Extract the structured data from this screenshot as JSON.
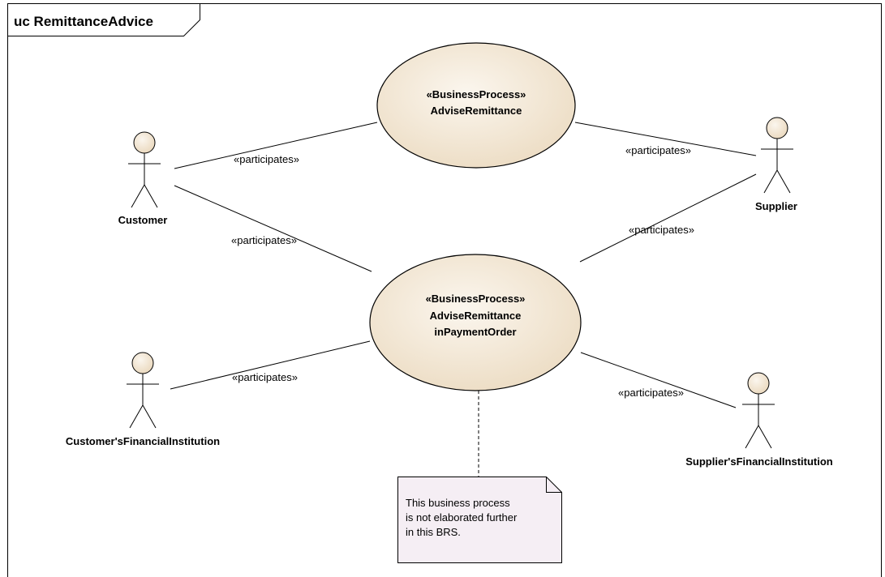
{
  "frame": {
    "title": "uc RemittanceAdvice"
  },
  "use_cases": [
    {
      "id": "uc1",
      "stereotype": "«BusinessProcess»",
      "name_lines": [
        "AdviseRemittance"
      ]
    },
    {
      "id": "uc2",
      "stereotype": "«BusinessProcess»",
      "name_lines": [
        "AdviseRemittance",
        "inPaymentOrder"
      ]
    }
  ],
  "actors": [
    {
      "id": "customer",
      "name": "Customer"
    },
    {
      "id": "supplier",
      "name": "Supplier"
    },
    {
      "id": "customer_fi",
      "name": "Customer'sFinancialInstitution"
    },
    {
      "id": "supplier_fi",
      "name": "Supplier'sFinancialInstitution"
    }
  ],
  "associations": [
    {
      "from": "customer",
      "to": "uc1",
      "label": "«participates»"
    },
    {
      "from": "supplier",
      "to": "uc1",
      "label": "«participates»"
    },
    {
      "from": "customer",
      "to": "uc2",
      "label": "«participates»"
    },
    {
      "from": "supplier",
      "to": "uc2",
      "label": "«participates»"
    },
    {
      "from": "customer_fi",
      "to": "uc2",
      "label": "«participates»"
    },
    {
      "from": "supplier_fi",
      "to": "uc2",
      "label": "«participates»"
    }
  ],
  "note": {
    "lines": [
      "This business process",
      "is not elaborated further",
      "in this BRS."
    ]
  },
  "colors": {
    "use_case_fill": "#f2e6d2",
    "actor_head_fill": "#f2e6d2",
    "note_fill": "#f5eef4",
    "line": "#000000"
  }
}
